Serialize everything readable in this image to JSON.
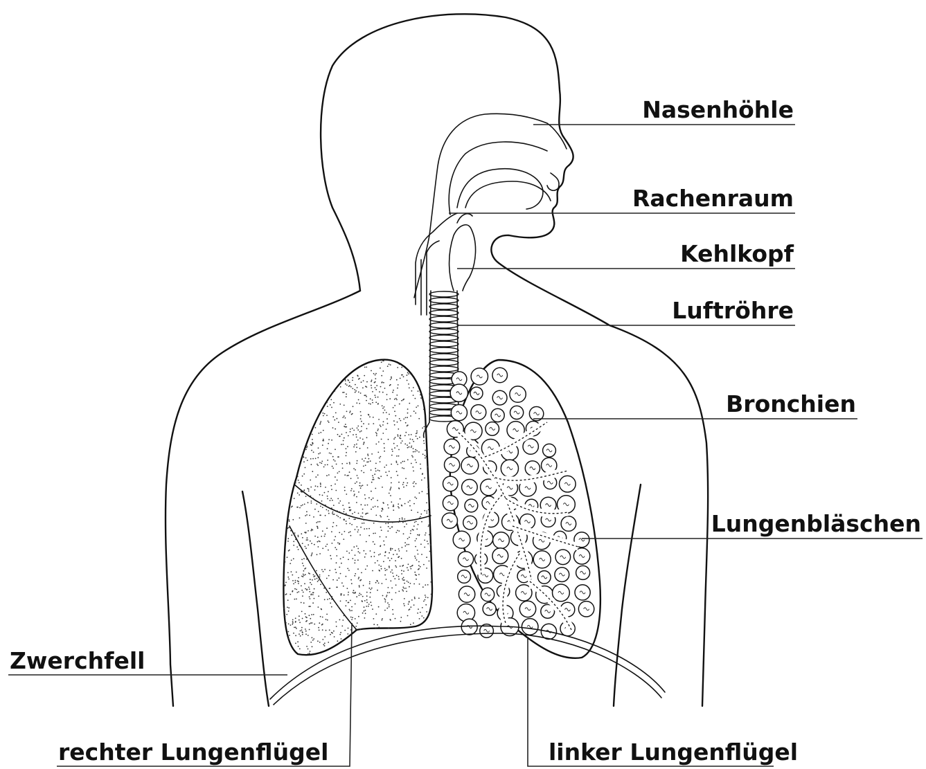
{
  "labels": {
    "nasenhoehle": "Nasenhöhle",
    "rachenraum": "Rachenraum",
    "kehlkopf": "Kehlkopf",
    "luftroehre": "Luftröhre",
    "bronchien": "Bronchien",
    "lungenblaeschen": "Lungenbläschen",
    "zwerchfell": "Zwerchfell",
    "rechter_lungenfluegel": "rechter Lungenflügel",
    "linker_lungenfluegel": "linker Lungenflügel"
  },
  "colors": {
    "ink": "#111111",
    "background": "#ffffff"
  }
}
